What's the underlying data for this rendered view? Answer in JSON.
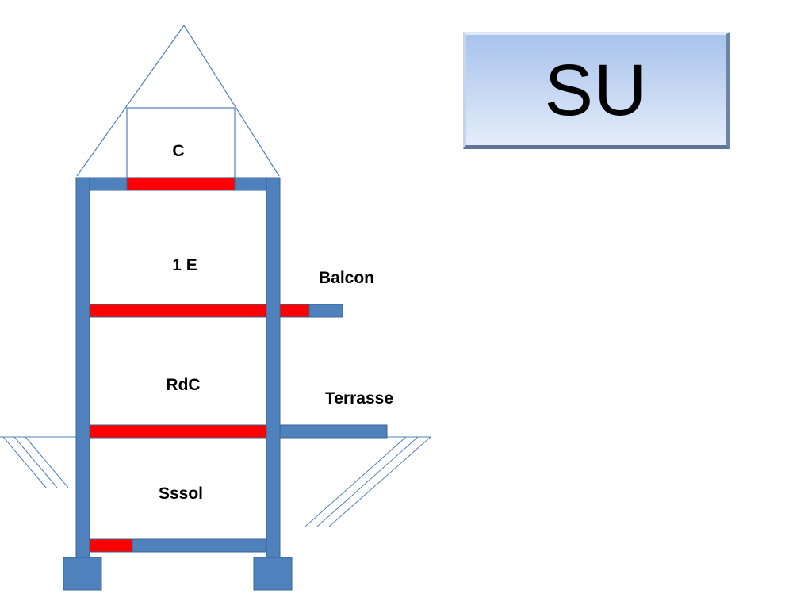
{
  "badge": {
    "text": "SU"
  },
  "labels": {
    "attic": "C",
    "first_floor": "1 E",
    "balcony": "Balcon",
    "ground_floor": "RdC",
    "terrace": "Terrasse",
    "basement": "Sssol"
  },
  "colors": {
    "structure": "#4f81bd",
    "structure_stroke": "#3a6596",
    "highlight": "#ff0000",
    "thin_line": "#4f81bd",
    "badge_gradient_top": "#a9c3ec",
    "badge_gradient_bottom": "#e4edfa"
  }
}
